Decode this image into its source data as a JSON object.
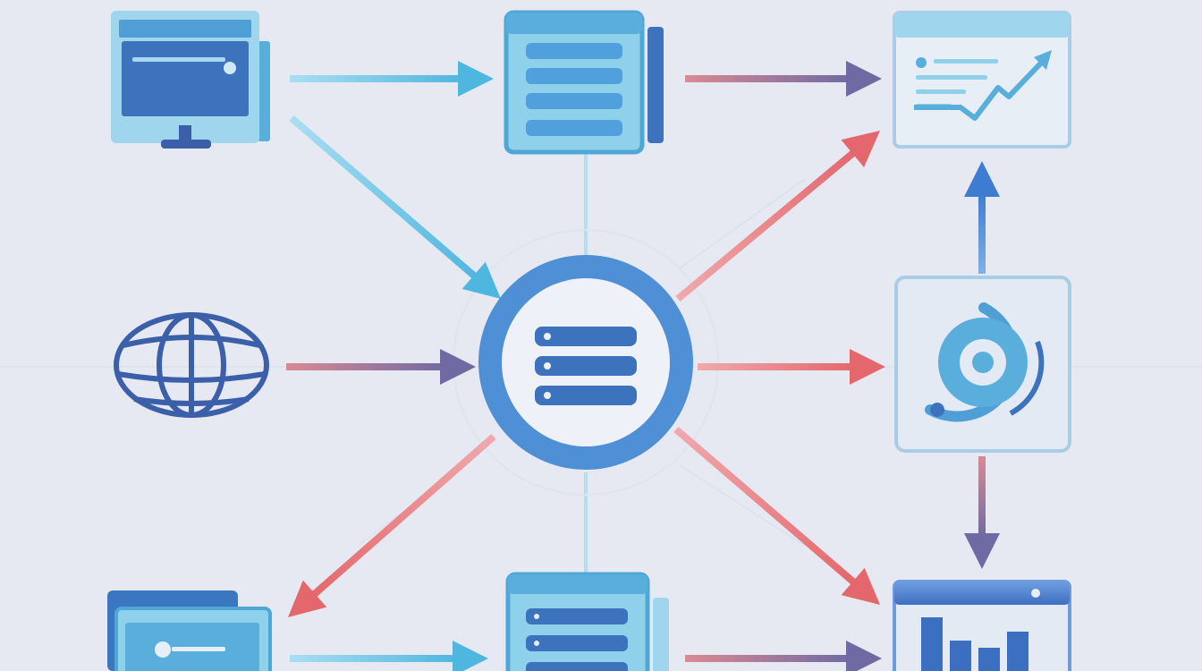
{
  "diagram": {
    "background": "#e6e9f1",
    "colors": {
      "cyan_arrow": "#6cc3e4",
      "blue_arrow": "#4f8fd6",
      "dark_blue": "#3d63a8",
      "red_arrow": "#e06f73",
      "purple_arrow": "#7c6fa0",
      "icon_light": "#8fd0ea",
      "icon_mid": "#5aaedc",
      "icon_dark": "#3b76c0",
      "panel_bg": "#e3eaf4",
      "panel_border": "#a9cde6"
    },
    "nodes": [
      {
        "id": "desktop-monitor",
        "icon": "monitor-icon"
      },
      {
        "id": "top-server",
        "icon": "server-rack-icon"
      },
      {
        "id": "analytics-dashboard",
        "icon": "line-chart-icon"
      },
      {
        "id": "globe",
        "icon": "globe-icon"
      },
      {
        "id": "central-hub",
        "icon": "database-hub-icon"
      },
      {
        "id": "sync-panel",
        "icon": "target-sync-icon"
      },
      {
        "id": "file-window",
        "icon": "folder-window-icon"
      },
      {
        "id": "bottom-server",
        "icon": "server-stack-icon"
      },
      {
        "id": "bar-chart-panel",
        "icon": "bar-chart-icon"
      }
    ],
    "edges": [
      {
        "from": "desktop-monitor",
        "to": "top-server",
        "color": "cyan"
      },
      {
        "from": "top-server",
        "to": "analytics-dashboard",
        "color": "purple"
      },
      {
        "from": "desktop-monitor",
        "to": "central-hub",
        "color": "cyan"
      },
      {
        "from": "globe",
        "to": "central-hub",
        "color": "purple"
      },
      {
        "from": "central-hub",
        "to": "analytics-dashboard",
        "color": "red"
      },
      {
        "from": "central-hub",
        "to": "sync-panel",
        "color": "red"
      },
      {
        "from": "sync-panel",
        "to": "analytics-dashboard",
        "color": "blue"
      },
      {
        "from": "sync-panel",
        "to": "bar-chart-panel",
        "color": "purple"
      },
      {
        "from": "central-hub",
        "to": "file-window",
        "color": "red"
      },
      {
        "from": "central-hub",
        "to": "bar-chart-panel",
        "color": "red"
      },
      {
        "from": "file-window",
        "to": "bottom-server",
        "color": "cyan"
      },
      {
        "from": "bottom-server",
        "to": "bar-chart-panel",
        "color": "purple"
      }
    ]
  }
}
